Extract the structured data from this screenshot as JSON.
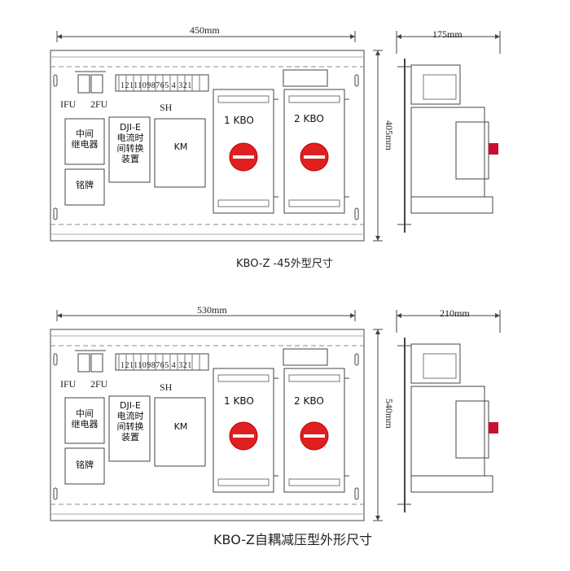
{
  "diagrams": [
    {
      "width_label": "450mm",
      "height_label": "405mm",
      "depth_label": "175mm",
      "fuse_left": "IFU",
      "fuse_right": "2FU",
      "terminal_numbers": "12111098765 4 321",
      "terminal_name": "SH",
      "relay_label": "中间\n继电器",
      "nameplate_label": "铭牌",
      "timer_label": "DJI-E\n电流时\n间转换\n装置",
      "contactor_label": "KM",
      "switch1_label": "1 KBO",
      "switch2_label": "2 KBO",
      "caption": "KBO-Z -45外型尺寸"
    },
    {
      "width_label": "530mm",
      "height_label": "540mm",
      "depth_label": "210mm",
      "fuse_left": "IFU",
      "fuse_right": "2FU",
      "terminal_numbers": "12111098765 4 321",
      "terminal_name": "SH",
      "relay_label": "中间\n继电器",
      "nameplate_label": "铭牌",
      "timer_label": "DJI-E\n电流时\n间转换\n装置",
      "contactor_label": "KM",
      "switch1_label": "1 KBO",
      "switch2_label": "2 KBO",
      "caption": "KBO-Z自耦减压型外形尺寸"
    }
  ],
  "colors": {
    "line": "#444444",
    "knob": "#e02020",
    "knob_bar": "#ffffff",
    "side_knob": "#c8102e"
  }
}
